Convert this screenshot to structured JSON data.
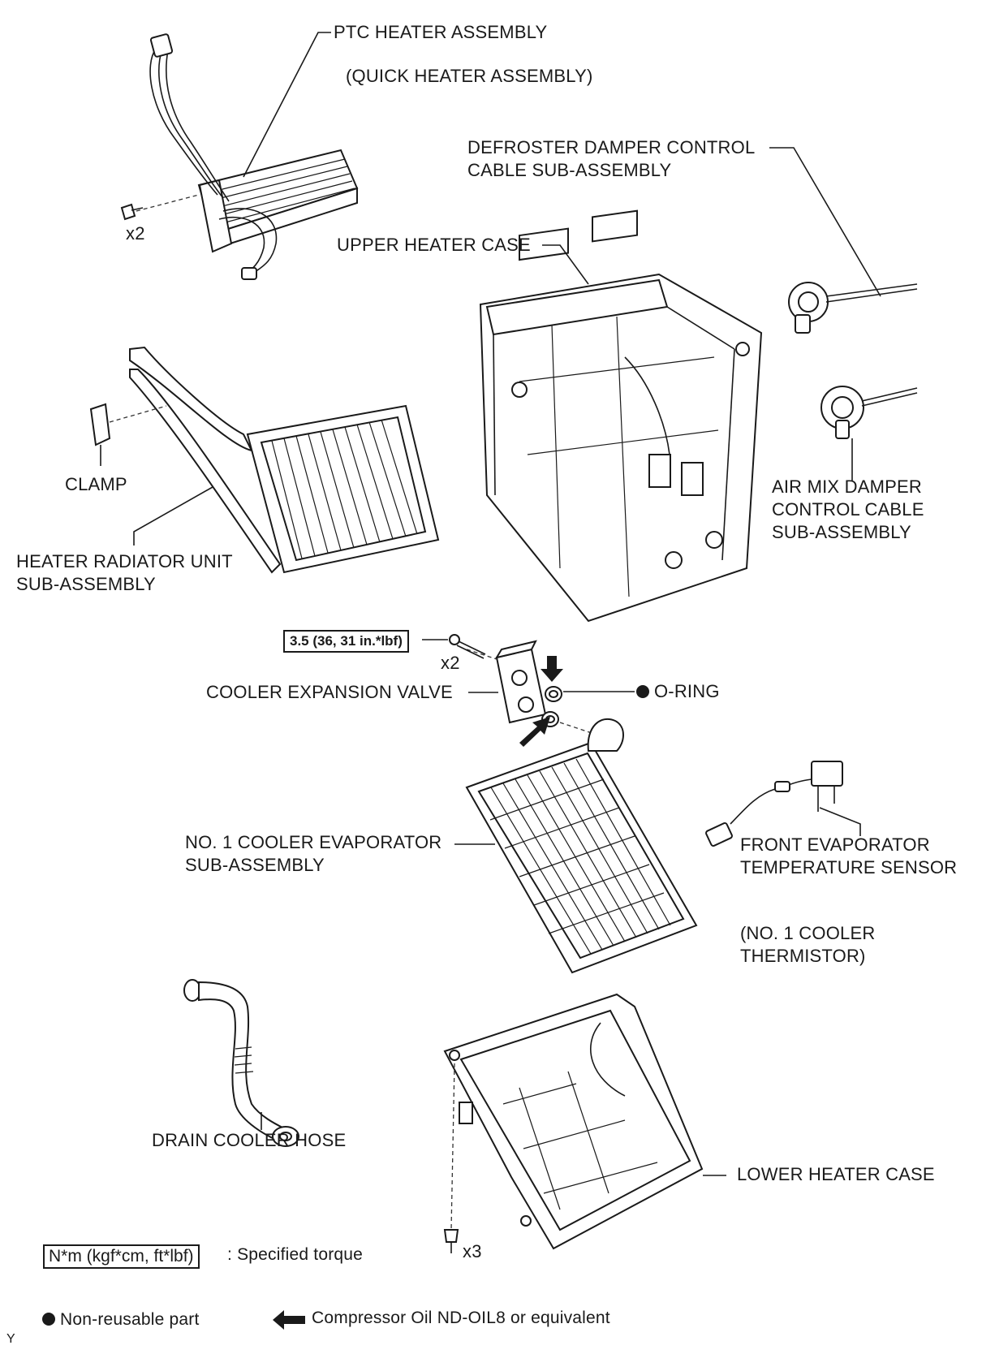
{
  "labels": {
    "ptc_heater": "PTC HEATER ASSEMBLY",
    "quick_heater": "(QUICK HEATER ASSEMBLY)",
    "x2_top": "x2",
    "defroster_line1": "DEFROSTER DAMPER CONTROL",
    "defroster_line2": "CABLE SUB-ASSEMBLY",
    "upper_heater_case": "UPPER HEATER CASE",
    "clamp": "CLAMP",
    "air_mix_line1": "AIR MIX DAMPER",
    "air_mix_line2": "CONTROL CABLE",
    "air_mix_line3": "SUB-ASSEMBLY",
    "heater_radiator_line1": "HEATER RADIATOR UNIT",
    "heater_radiator_line2": "SUB-ASSEMBLY",
    "torque_value": "3.5 (36, 31 in.*lbf)",
    "x2_mid": "x2",
    "cooler_expansion_valve": "COOLER EXPANSION VALVE",
    "o_ring": "O-RING",
    "evaporator_line1": "NO. 1 COOLER EVAPORATOR",
    "evaporator_line2": "SUB-ASSEMBLY",
    "front_evap_line1": "FRONT EVAPORATOR",
    "front_evap_line2": "TEMPERATURE SENSOR",
    "thermistor_line1": "(NO. 1 COOLER",
    "thermistor_line2": "THERMISTOR)",
    "drain_cooler_hose": "DRAIN COOLER HOSE",
    "lower_heater_case": "LOWER HEATER CASE",
    "x3": "x3",
    "corner_mark": "Y"
  },
  "legend": {
    "torque_unit": "N*m (kgf*cm, ft*lbf)",
    "torque_desc": ": Specified torque",
    "non_reusable": "Non-reusable part",
    "compressor_oil": "Compressor Oil ND-OIL8 or equivalent"
  }
}
